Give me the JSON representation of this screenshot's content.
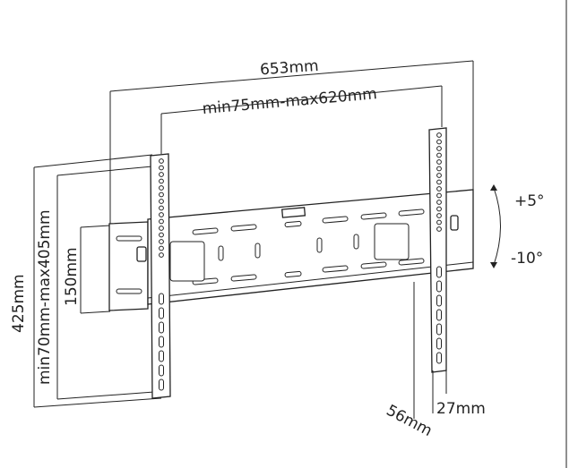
{
  "dimensions": {
    "overall_width": "653mm",
    "hole_spacing_horizontal": "min75mm-max620mm",
    "overall_height": "425mm",
    "hole_spacing_vertical": "min70mm-max405mm",
    "plate_height": "150mm",
    "wall_distance": "56mm",
    "arm_depth": "27mm"
  },
  "tilt": {
    "up": "+5°",
    "down": "-10°"
  },
  "colors": {
    "line": "#222222",
    "background": "#ffffff"
  }
}
